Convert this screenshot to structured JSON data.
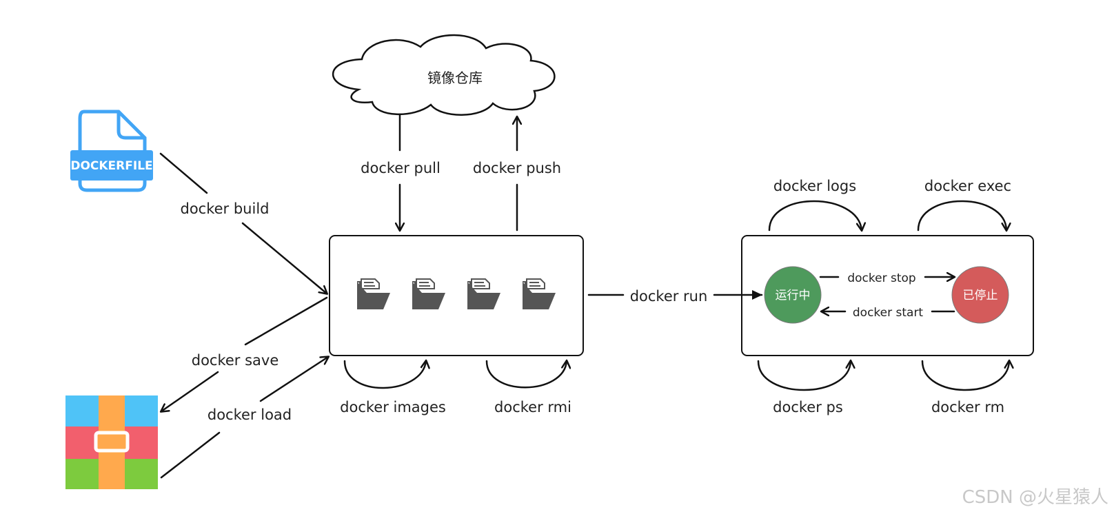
{
  "registry": {
    "label": "镜像仓库"
  },
  "dockerfile_icon": {
    "label": "DOCKERFILE",
    "color": "#42A5F5"
  },
  "commands": {
    "build": "docker build",
    "pull": "docker pull",
    "push": "docker push",
    "save": "docker save",
    "load": "docker load",
    "images": "docker images",
    "rmi": "docker rmi",
    "run": "docker run",
    "logs": "docker logs",
    "exec": "docker exec",
    "stop": "docker stop",
    "start": "docker start",
    "ps": "docker ps",
    "rm": "docker rm"
  },
  "states": {
    "running": {
      "label": "运行中",
      "color": "#4E9A5C"
    },
    "stopped": {
      "label": "已停止",
      "color": "#D45B5B"
    }
  },
  "archive_colors": {
    "top": "#4FC3F7",
    "middle": "#F25F6D",
    "bottom": "#7DCB3E",
    "strap": "#FFA94D"
  },
  "watermark": "CSDN @火星猿人"
}
